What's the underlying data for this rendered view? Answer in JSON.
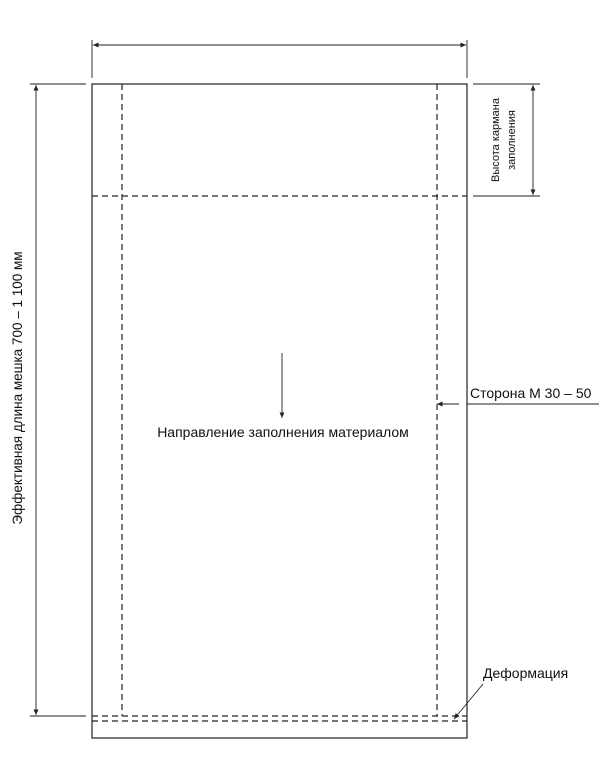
{
  "labels": {
    "bag_length": "Эффективная длина мешка 700 – 1 100 мм",
    "pocket_height_line1": "Высота кармана",
    "pocket_height_line2": "заполнения",
    "side_m": "Сторона М 30 – 50",
    "fill_direction": "Направление заполнения материалом",
    "deformation": "Деформация"
  },
  "colors": {
    "line": "#222222",
    "text": "#111111",
    "background": "#ffffff"
  }
}
